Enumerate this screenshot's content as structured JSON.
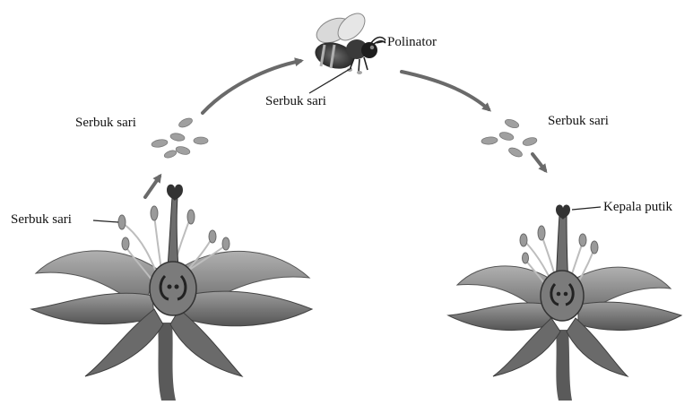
{
  "labels": {
    "pollinator": "Polinator",
    "pollen_on_bee": "Serbuk sari",
    "pollen_left_cloud": "Serbuk sari",
    "pollen_right_cloud": "Serbuk sari",
    "pollen_on_anther": "Serbuk sari",
    "stigma": "Kepala putik"
  },
  "colors": {
    "petal": "#7a7a7a",
    "petal_dark": "#4a4a4a",
    "petal_light": "#a9a9a9",
    "pollen": "#9a9a9a",
    "arrow": "#6a6a6a",
    "line": "#222222"
  }
}
